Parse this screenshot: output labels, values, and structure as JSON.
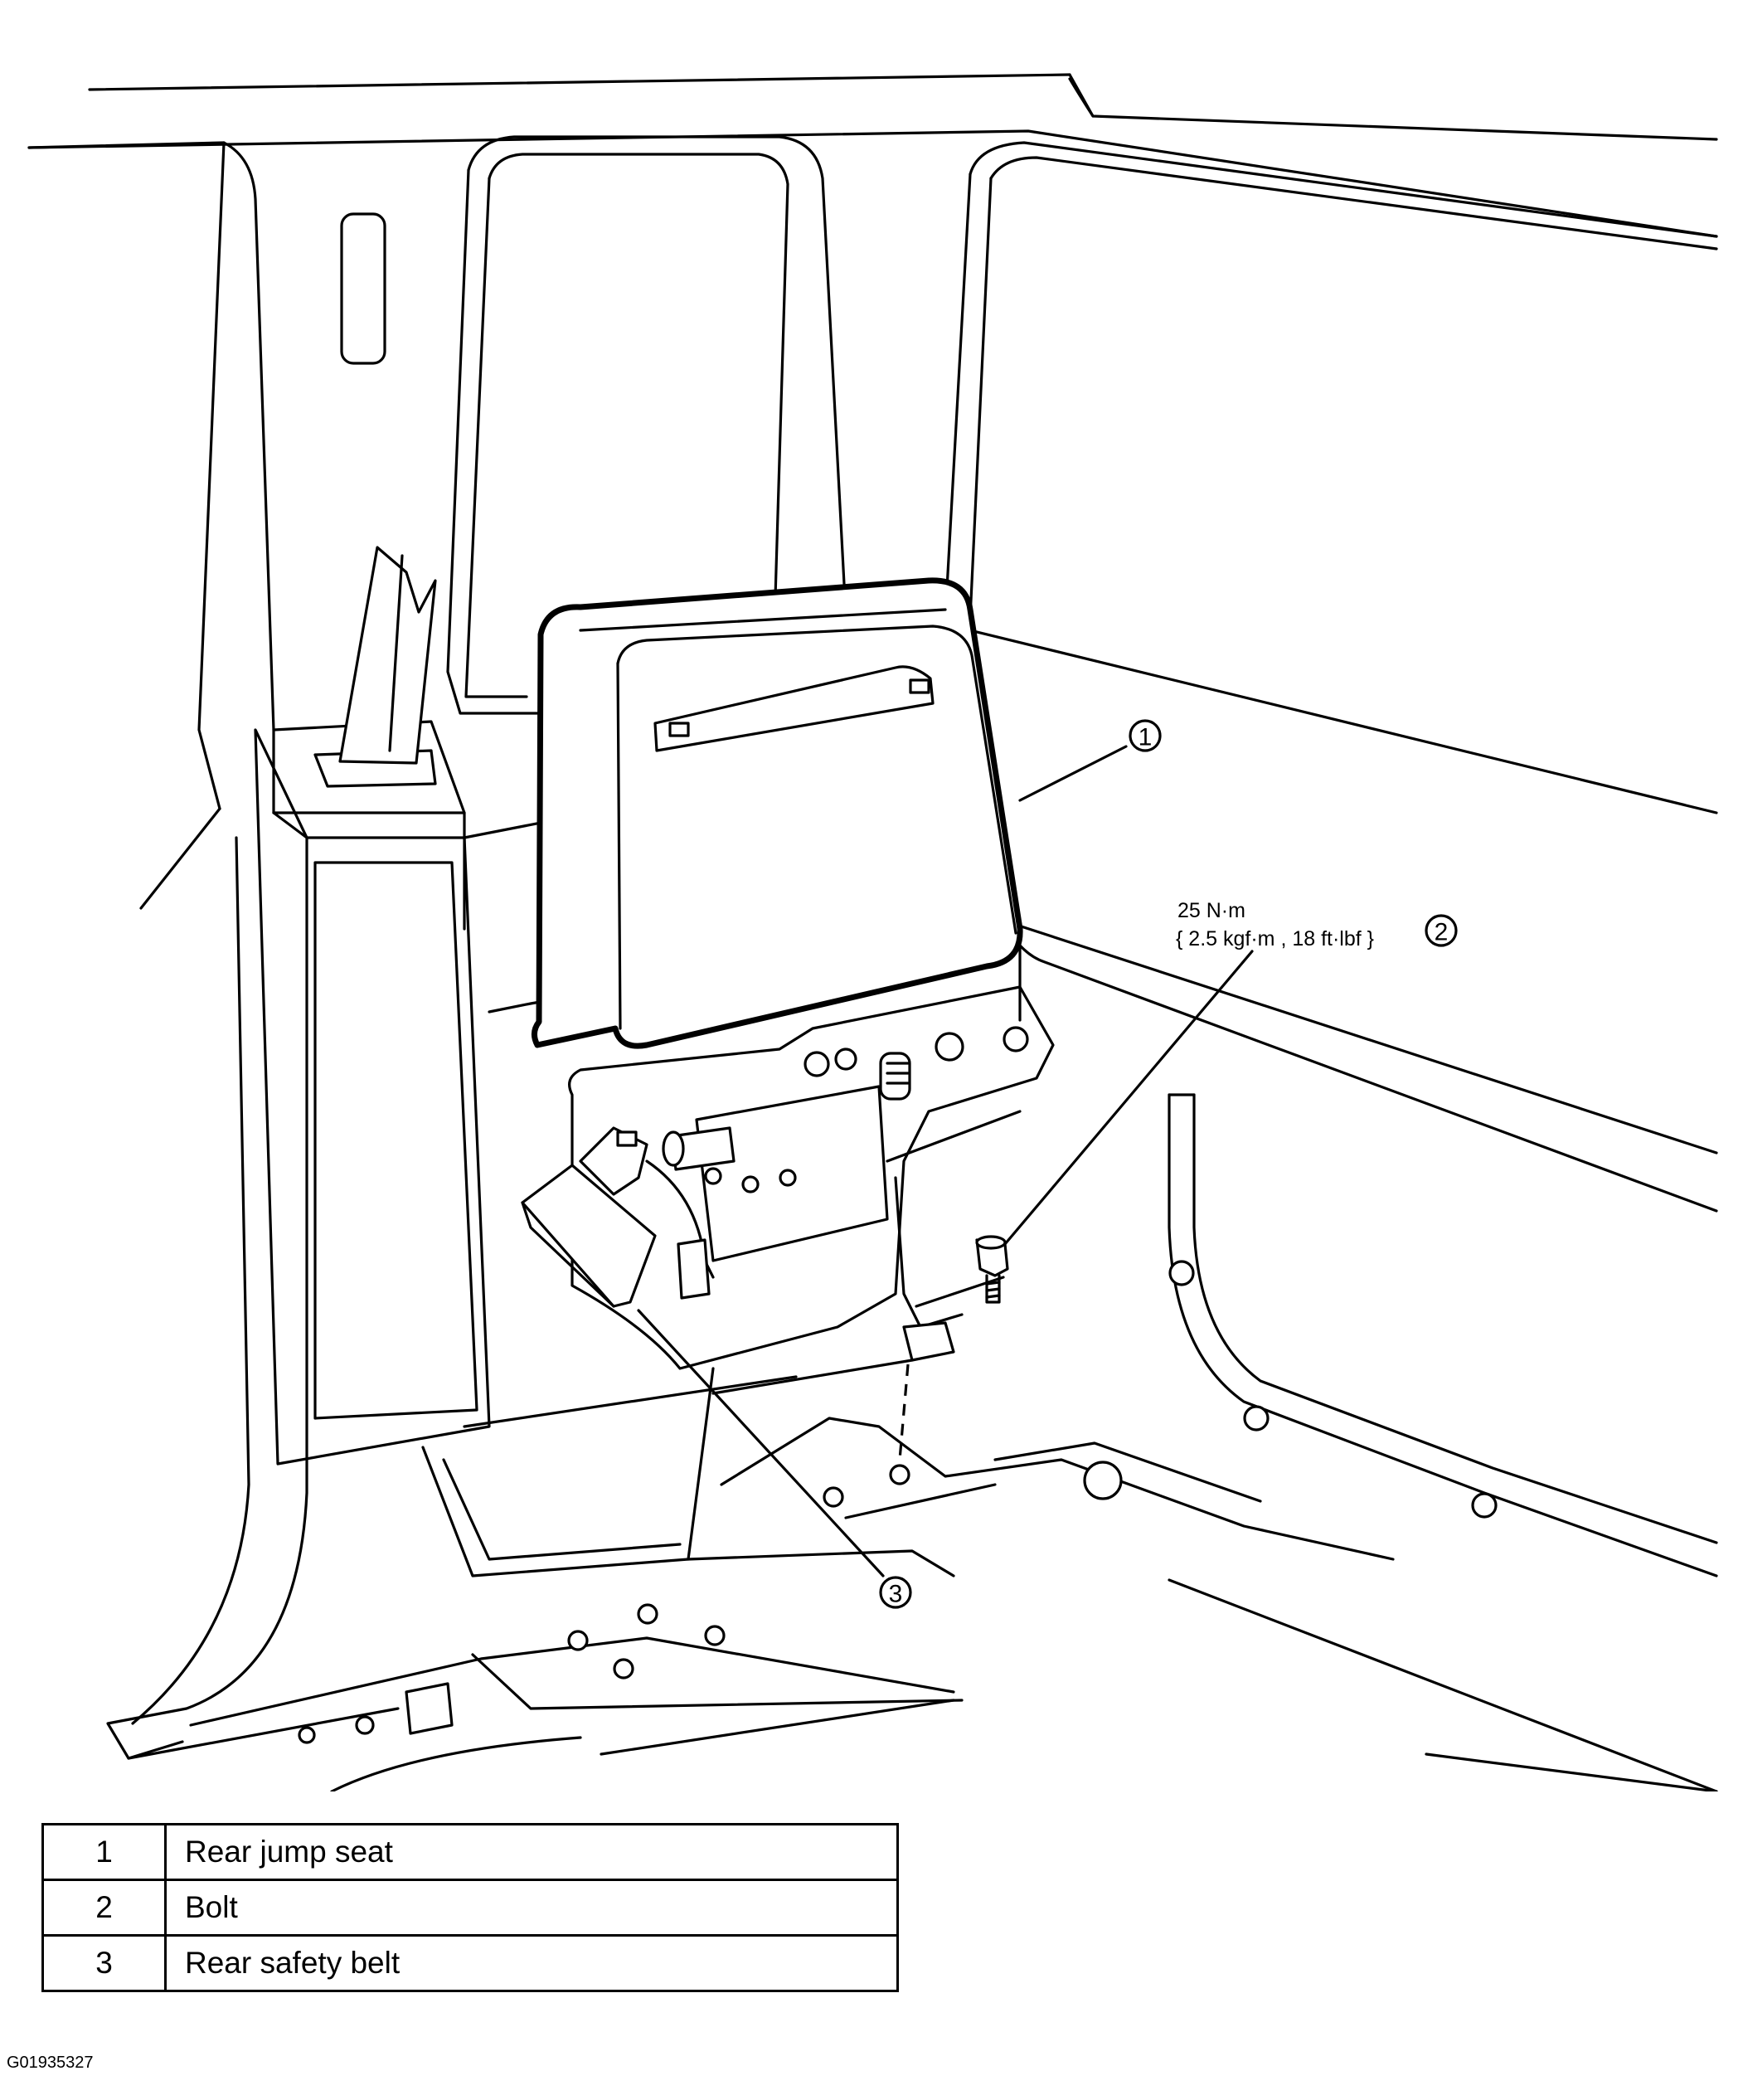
{
  "figure_id": "G01935327",
  "callouts": [
    {
      "number": "1",
      "description": "Rear jump seat"
    },
    {
      "number": "2",
      "description": "Bolt"
    },
    {
      "number": "3",
      "description": "Rear safety belt"
    }
  ],
  "torque_spec": {
    "line1": "25 N·m",
    "line2": "{ 2.5 kgf·m , 18 ft·lbf }"
  }
}
